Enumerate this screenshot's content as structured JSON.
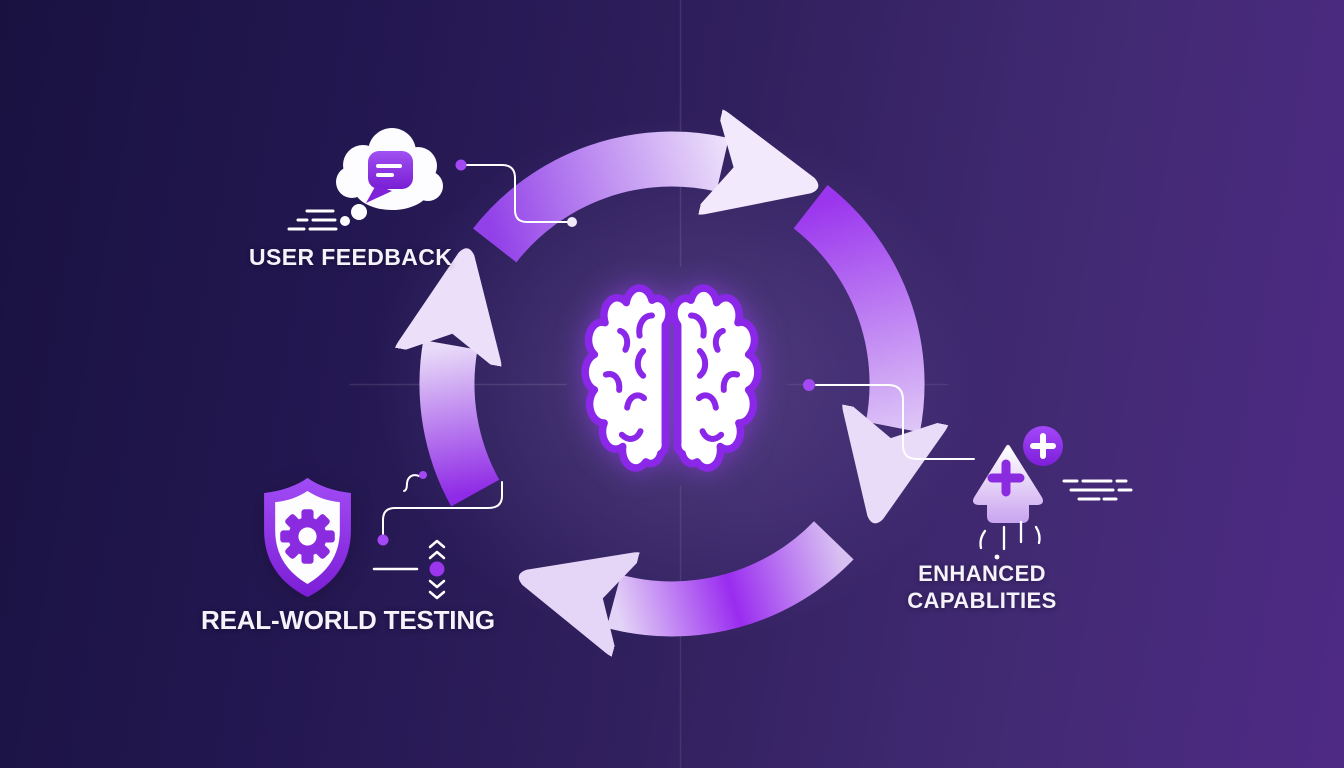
{
  "diagram": {
    "type": "cycle",
    "direction": "clockwise",
    "center": {
      "icon": "brain-icon"
    },
    "nodes": [
      {
        "id": "user-feedback",
        "label": "USER FEEDBACK",
        "icon": "thought-bubble-chat-icon",
        "position": "top-left"
      },
      {
        "id": "real-world-testing",
        "label": "REAL-WORLD TESTING",
        "icon": "shield-gear-icon",
        "position": "bottom-left"
      },
      {
        "id": "enhanced-capabilities",
        "label_line1": "ENHANCED",
        "label_line2": "CAPABLITIES",
        "icon": "arrow-up-plus-icon",
        "position": "right"
      }
    ],
    "arrows": [
      "top",
      "right",
      "bottom",
      "left"
    ],
    "colors": {
      "background_left": "#191240",
      "background_right": "#4e2a85",
      "accent_purple": "#8b2be0",
      "arrow_light": "#efe6fb",
      "icon_white": "#fdfdff",
      "text": "#f5f2fa"
    }
  }
}
